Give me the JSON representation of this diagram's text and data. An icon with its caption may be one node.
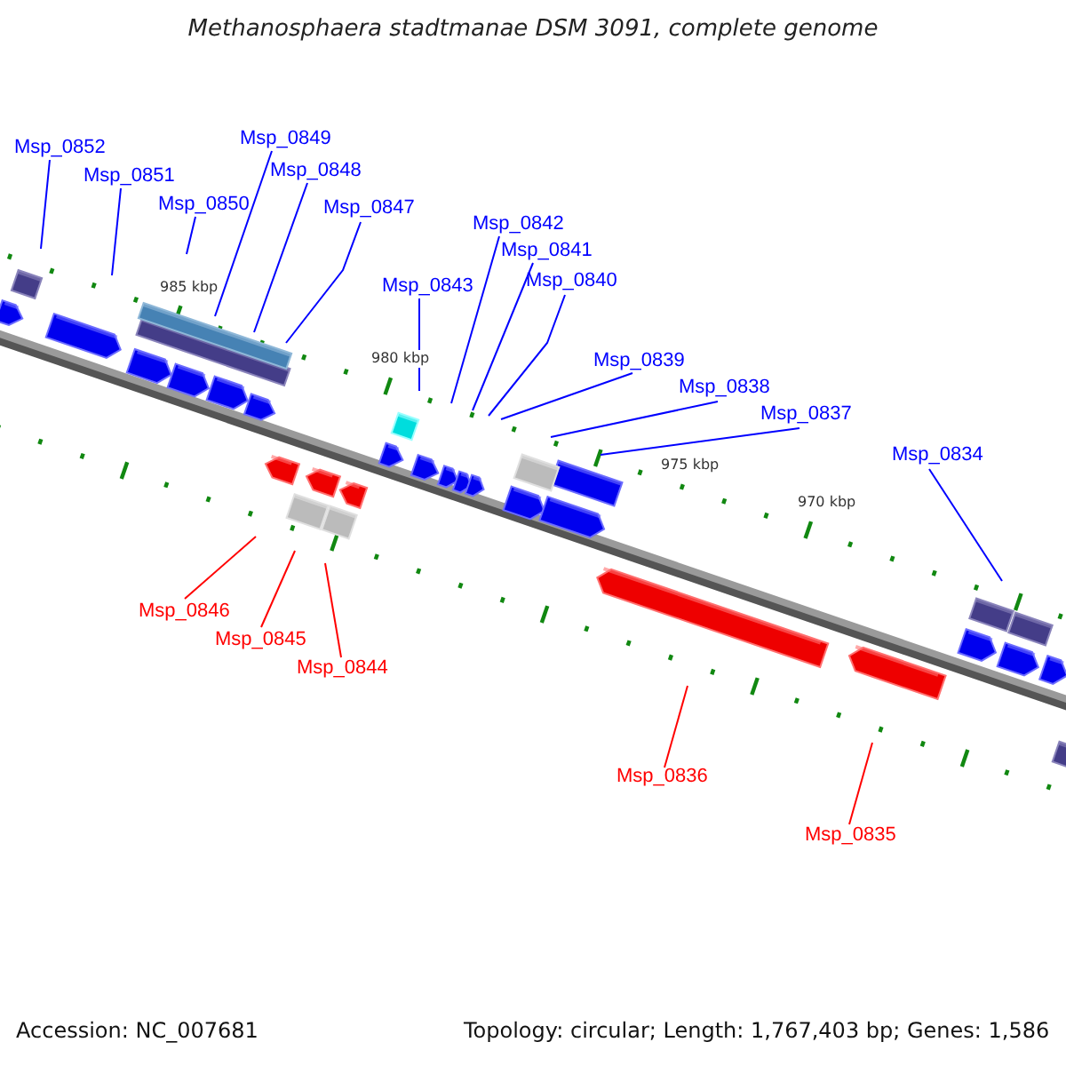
{
  "diagram": {
    "title": "Methanosphaera stadtmanae DSM 3091, complete genome",
    "nodes": [
      {
        "text": [
          "Msp_0852"
        ]
      },
      {
        "text": [
          "Msp_0851"
        ]
      },
      {
        "text": [
          "Msp_0850"
        ]
      },
      {
        "text": [
          "Msp_0849"
        ]
      },
      {
        "text": [
          "Msp_0848"
        ]
      },
      {
        "text": [
          "Msp_0847"
        ]
      },
      {
        "text": [
          "Msp_0843"
        ]
      },
      {
        "text": [
          "Msp_0842"
        ]
      },
      {
        "text": [
          "Msp_0841"
        ]
      },
      {
        "text": [
          "Msp_0840"
        ]
      },
      {
        "text": [
          "Msp_0839"
        ]
      },
      {
        "text": [
          "Msp_0838"
        ]
      },
      {
        "text": [
          "Msp_0837"
        ]
      },
      {
        "text": [
          "Msp_0834"
        ]
      },
      {
        "text": [
          "Msp_0846"
        ]
      },
      {
        "text": [
          "Msp_0845"
        ]
      },
      {
        "text": [
          "Msp_0844"
        ]
      },
      {
        "text": [
          "Msp_0836"
        ]
      },
      {
        "text": [
          "Msp_0835"
        ]
      }
    ],
    "edges": [
      {
        "from": 0,
        "to": null,
        "arrow": "none"
      },
      {
        "from": 1,
        "to": null,
        "arrow": "none"
      },
      {
        "from": 2,
        "to": null,
        "arrow": "none"
      },
      {
        "from": 3,
        "to": null,
        "arrow": "none"
      },
      {
        "from": 4,
        "to": null,
        "arrow": "none"
      },
      {
        "from": 5,
        "to": null,
        "arrow": "none"
      },
      {
        "from": 6,
        "to": null,
        "arrow": "none"
      },
      {
        "from": 7,
        "to": null,
        "arrow": "none"
      },
      {
        "from": 8,
        "to": null,
        "arrow": "none"
      },
      {
        "from": 9,
        "to": null,
        "arrow": "none"
      },
      {
        "from": 10,
        "to": null,
        "arrow": "none"
      },
      {
        "from": 11,
        "to": null,
        "arrow": "none"
      },
      {
        "from": 12,
        "to": null,
        "arrow": "none"
      },
      {
        "from": 13,
        "to": null,
        "arrow": "none"
      },
      {
        "from": 14,
        "to": null,
        "arrow": "none",
        "color": "#ff0000"
      },
      {
        "from": 15,
        "to": null,
        "arrow": "none",
        "color": "#ff0000"
      },
      {
        "from": 16,
        "to": null,
        "arrow": "none",
        "color": "#ff0000"
      },
      {
        "from": 17,
        "to": null,
        "arrow": "none",
        "color": "#ff0000"
      },
      {
        "from": 18,
        "to": null,
        "arrow": "none",
        "color": "#ff0000"
      }
    ],
    "labels": [
      "985 kbp",
      "980 kbp",
      "975 kbp",
      "970 kbp",
      "Accession: NC_007681",
      "Topology: circular; Length: 1,767,403 bp; Genes: 1,586"
    ]
  }
}
